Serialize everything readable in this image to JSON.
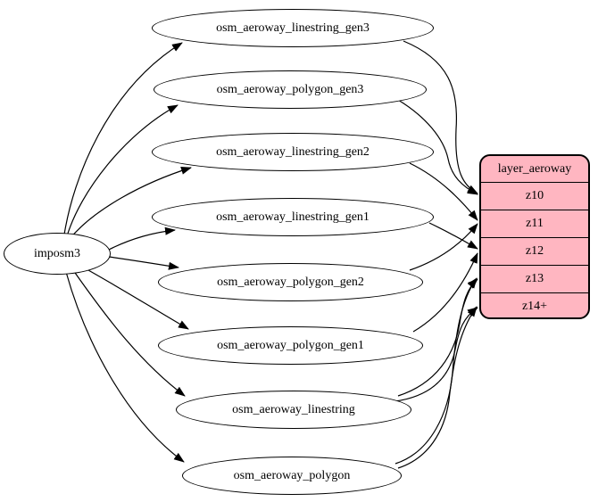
{
  "diagram": {
    "source": {
      "label": "imposm3"
    },
    "tables": [
      {
        "label": "osm_aeroway_linestring_gen3"
      },
      {
        "label": "osm_aeroway_polygon_gen3"
      },
      {
        "label": "osm_aeroway_linestring_gen2"
      },
      {
        "label": "osm_aeroway_linestring_gen1"
      },
      {
        "label": "osm_aeroway_polygon_gen2"
      },
      {
        "label": "osm_aeroway_polygon_gen1"
      },
      {
        "label": "osm_aeroway_linestring"
      },
      {
        "label": "osm_aeroway_polygon"
      }
    ],
    "layer": {
      "title": "layer_aeroway",
      "zoom_rows": [
        {
          "label": "z10"
        },
        {
          "label": "z11"
        },
        {
          "label": "z12"
        },
        {
          "label": "z13"
        },
        {
          "label": "z14+"
        }
      ]
    },
    "connections": [
      {
        "from": "imposm3",
        "to": "osm_aeroway_linestring_gen3"
      },
      {
        "from": "imposm3",
        "to": "osm_aeroway_polygon_gen3"
      },
      {
        "from": "imposm3",
        "to": "osm_aeroway_linestring_gen2"
      },
      {
        "from": "imposm3",
        "to": "osm_aeroway_linestring_gen1"
      },
      {
        "from": "imposm3",
        "to": "osm_aeroway_polygon_gen2"
      },
      {
        "from": "imposm3",
        "to": "osm_aeroway_polygon_gen1"
      },
      {
        "from": "imposm3",
        "to": "osm_aeroway_linestring"
      },
      {
        "from": "imposm3",
        "to": "osm_aeroway_polygon"
      },
      {
        "from": "osm_aeroway_linestring_gen3",
        "to": "z10"
      },
      {
        "from": "osm_aeroway_polygon_gen3",
        "to": "z10"
      },
      {
        "from": "osm_aeroway_linestring_gen2",
        "to": "z11"
      },
      {
        "from": "osm_aeroway_polygon_gen2",
        "to": "z11"
      },
      {
        "from": "osm_aeroway_linestring_gen1",
        "to": "z12"
      },
      {
        "from": "osm_aeroway_polygon_gen1",
        "to": "z12"
      },
      {
        "from": "osm_aeroway_linestring",
        "to": "z13"
      },
      {
        "from": "osm_aeroway_linestring",
        "to": "z14+"
      },
      {
        "from": "osm_aeroway_polygon",
        "to": "z13"
      },
      {
        "from": "osm_aeroway_polygon",
        "to": "z14+"
      }
    ],
    "colors": {
      "layer_fill": "#FFB6C1",
      "table_fill": "#FFFFFF",
      "stroke": "#000000",
      "text": "#000000"
    }
  }
}
